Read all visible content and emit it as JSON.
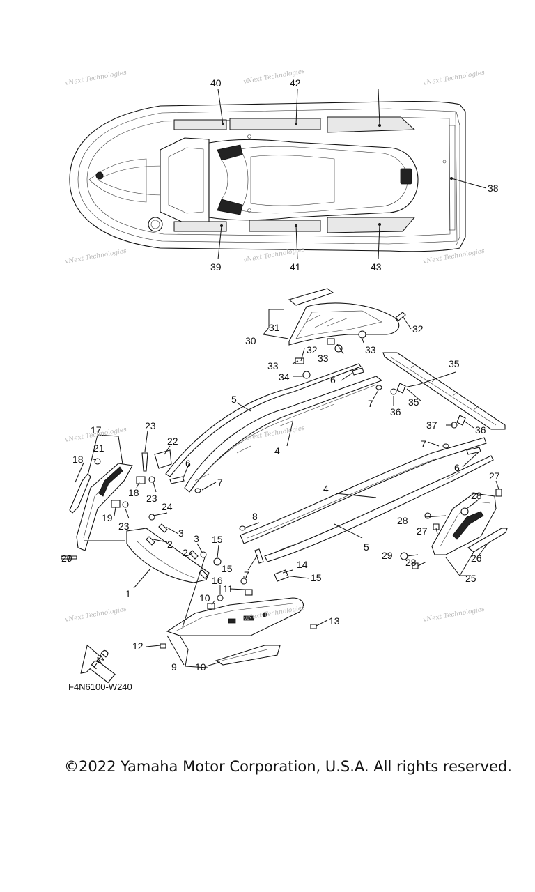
{
  "diagram": {
    "code": "F4N6100-W240",
    "copyright": "©2022 Yamaha Motor Corporation, U.S.A. All rights reserved.",
    "fwd_label": "FWD",
    "watermark": "vNext Technologies",
    "callouts": [
      "1",
      "2",
      "2",
      "3",
      "3",
      "4",
      "4",
      "5",
      "5",
      "6",
      "6",
      "6",
      "7",
      "7",
      "7",
      "7",
      "8",
      "9",
      "10",
      "10",
      "11",
      "12",
      "13",
      "14",
      "15",
      "15",
      "15",
      "16",
      "17",
      "18",
      "18",
      "19",
      "20",
      "21",
      "22",
      "23",
      "23",
      "23",
      "24",
      "25",
      "26",
      "27",
      "27",
      "28",
      "28",
      "28",
      "29",
      "30",
      "31",
      "32",
      "32",
      "33",
      "33",
      "33",
      "34",
      "35",
      "35",
      "36",
      "36",
      "37",
      "38",
      "39",
      "40",
      "41",
      "42",
      "43"
    ]
  }
}
